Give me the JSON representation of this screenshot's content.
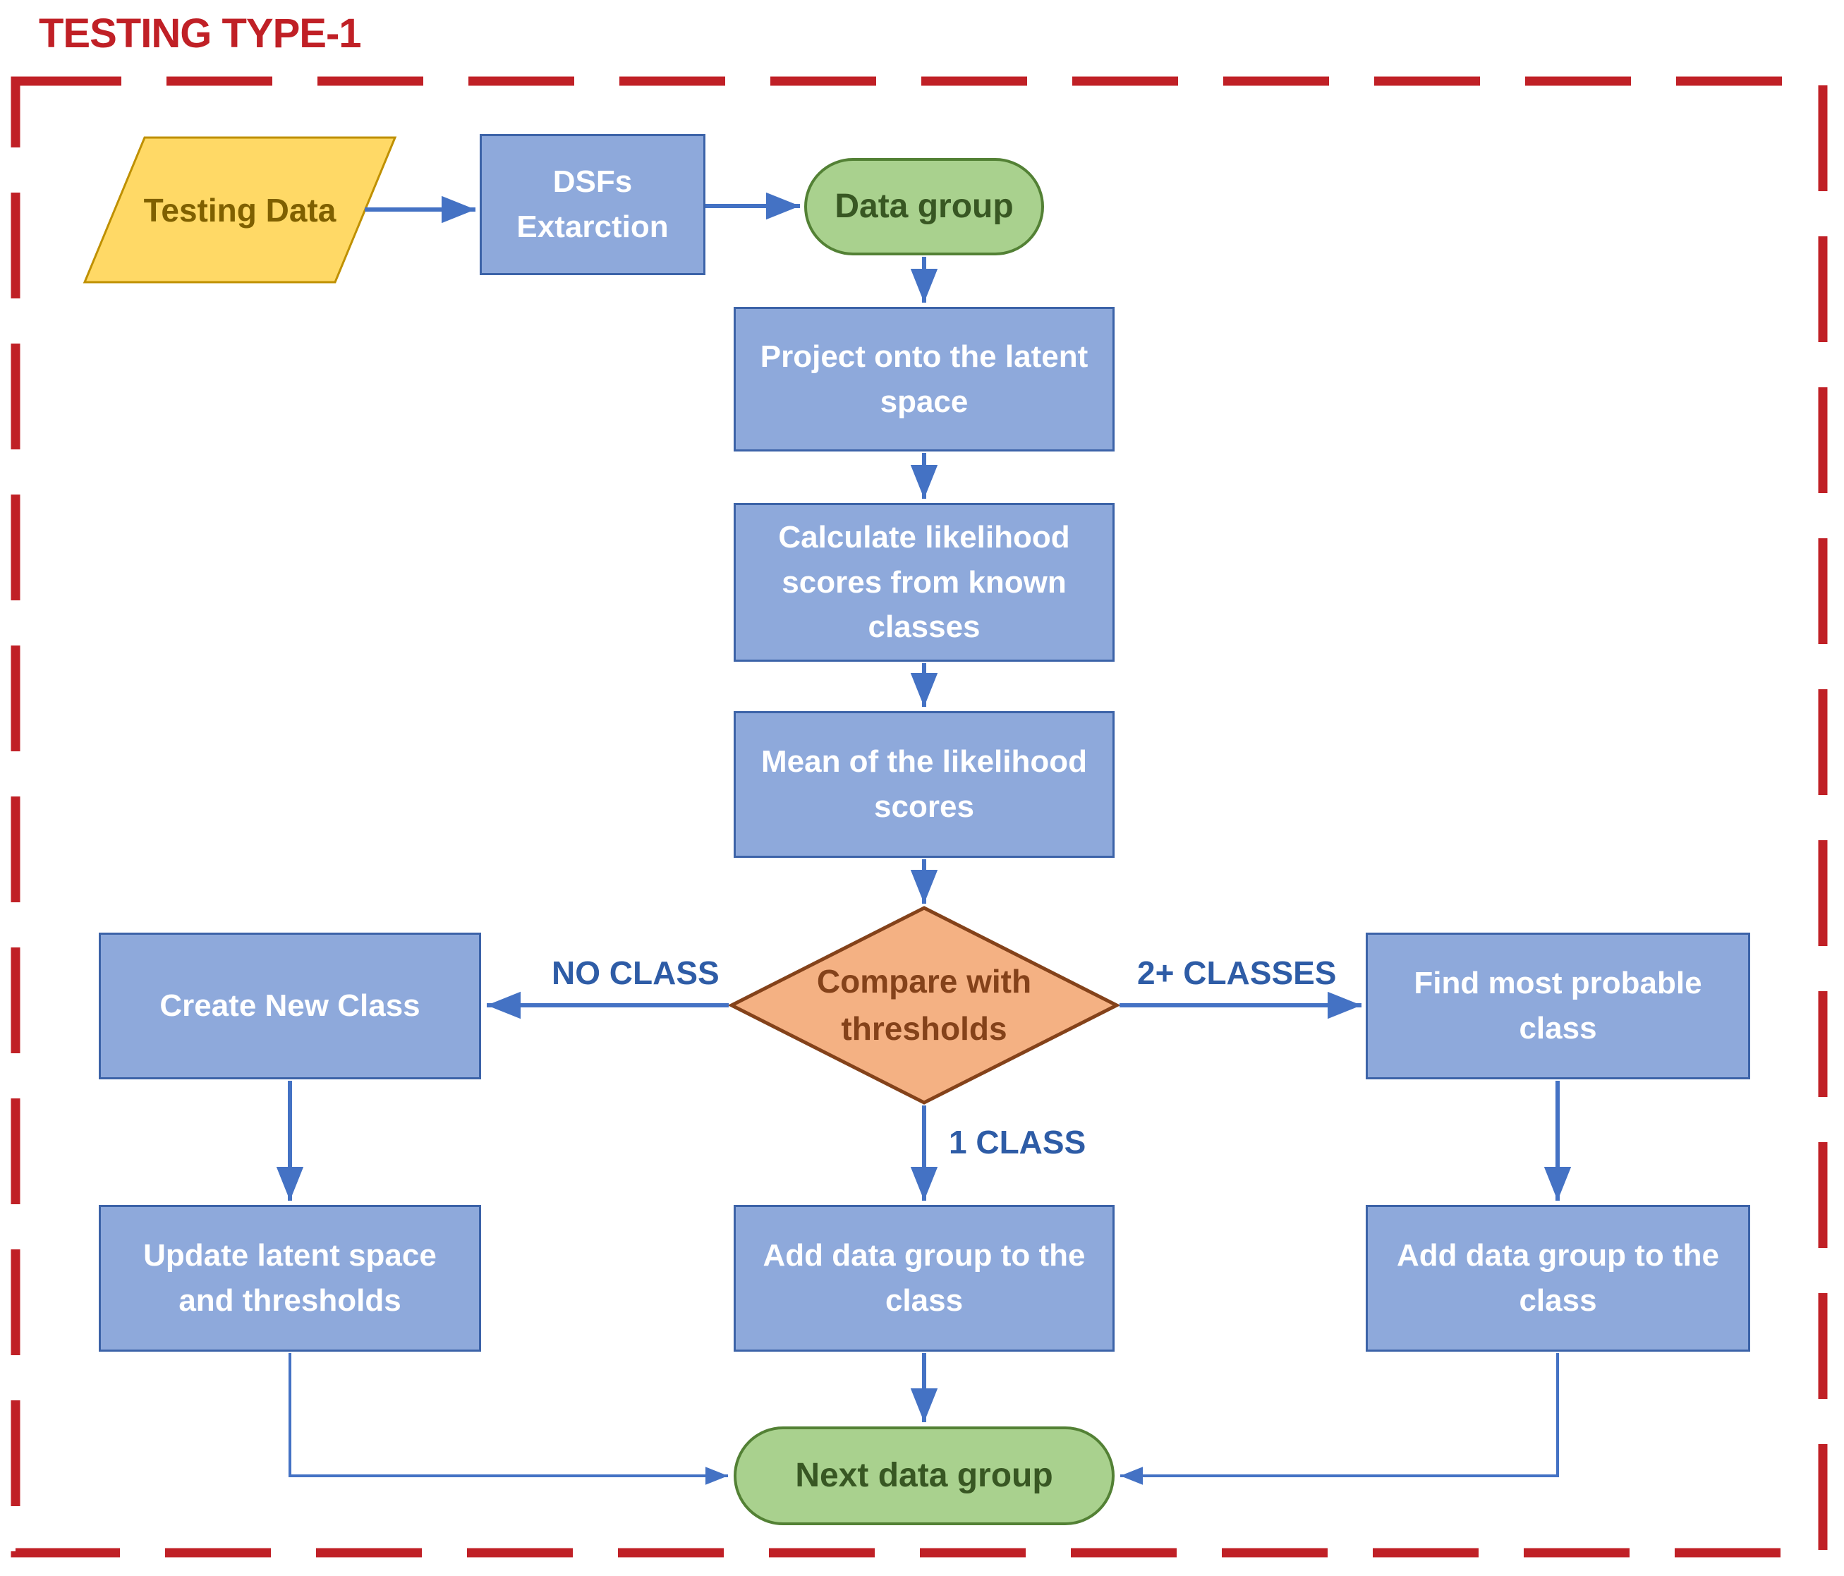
{
  "title": "TESTING TYPE-1",
  "colors": {
    "frame_red": "#C02026",
    "arrow_blue": "#4472C4",
    "label_blue": "#2E5CA6",
    "process_fill": "#8EA9DB",
    "process_border": "#3C63A8",
    "process_text": "#FFFFFF",
    "io_fill": "#FFD966",
    "io_border": "#BF9000",
    "io_text": "#7F6000",
    "terminal_fill": "#A9D18E",
    "terminal_border": "#538135",
    "terminal_text": "#385723",
    "decision_fill": "#F4B183",
    "decision_border": "#84421A",
    "decision_text": "#84421A"
  },
  "nodes": {
    "testing_data": {
      "label": "Testing Data",
      "shape": "parallelogram"
    },
    "dsfs_extraction": {
      "label": "DSFs Extarction",
      "shape": "process"
    },
    "data_group": {
      "label": "Data group",
      "shape": "terminator"
    },
    "project_latent": {
      "label": "Project onto the latent space",
      "shape": "process"
    },
    "calc_likelihood": {
      "label": "Calculate likelihood scores from known classes",
      "shape": "process"
    },
    "mean_scores": {
      "label": "Mean of the likelihood scores",
      "shape": "process"
    },
    "compare_thresholds": {
      "label": "Compare with thresholds",
      "shape": "decision"
    },
    "create_new_class": {
      "label": "Create New Class",
      "shape": "process"
    },
    "find_most_probable": {
      "label": "Find most probable class",
      "shape": "process"
    },
    "update_latent": {
      "label": "Update latent space and thresholds",
      "shape": "process"
    },
    "add_group_center": {
      "label": "Add data group to the class",
      "shape": "process"
    },
    "add_group_right": {
      "label": "Add data group to the class",
      "shape": "process"
    },
    "next_data_group": {
      "label": "Next data group",
      "shape": "terminator"
    }
  },
  "edge_labels": {
    "no_class": "NO CLASS",
    "two_plus_classes": "2+ CLASSES",
    "one_class": "1 CLASS"
  }
}
